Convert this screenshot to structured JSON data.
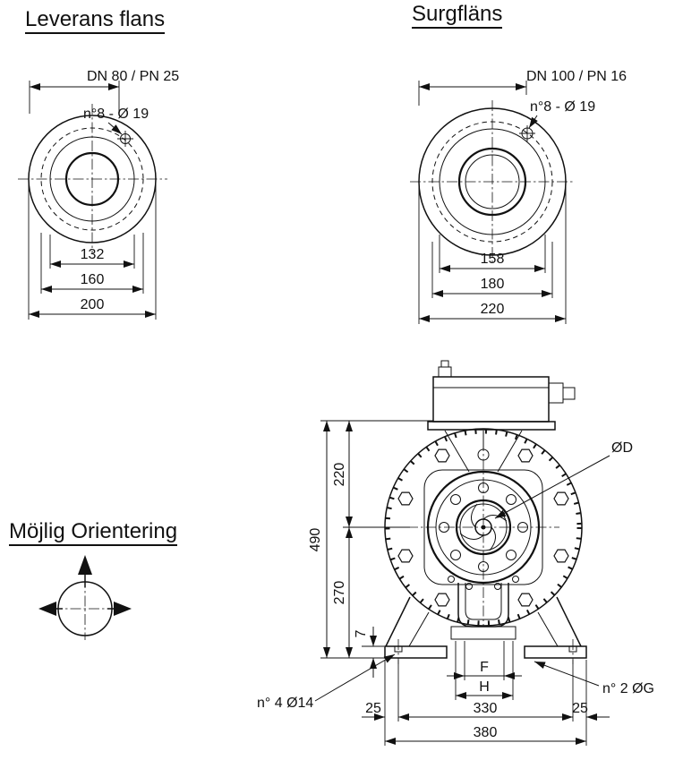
{
  "titles": {
    "left": "Leverans flans",
    "right": "Surgfläns",
    "orientation": "Möjlig Orientering"
  },
  "left_flange": {
    "spec": "DN 80 / PN 25",
    "bolts": "n°8 - Ø 19",
    "d1": "132",
    "d2": "160",
    "d3": "200"
  },
  "right_flange": {
    "spec": "DN 100 / PN 16",
    "bolts": "n°8 - Ø 19",
    "d1": "158",
    "d2": "180",
    "d3": "220"
  },
  "pump": {
    "total_height": "490",
    "upper": "220",
    "lower": "270",
    "foot_thk": "7",
    "f": "F",
    "h": "H",
    "bolt_span": "330",
    "base": "380",
    "left_offset": "25",
    "right_offset": "25",
    "shaft": "ØD",
    "foot_holes": "n° 4 Ø14",
    "g_holes": "n° 2 ØG"
  }
}
